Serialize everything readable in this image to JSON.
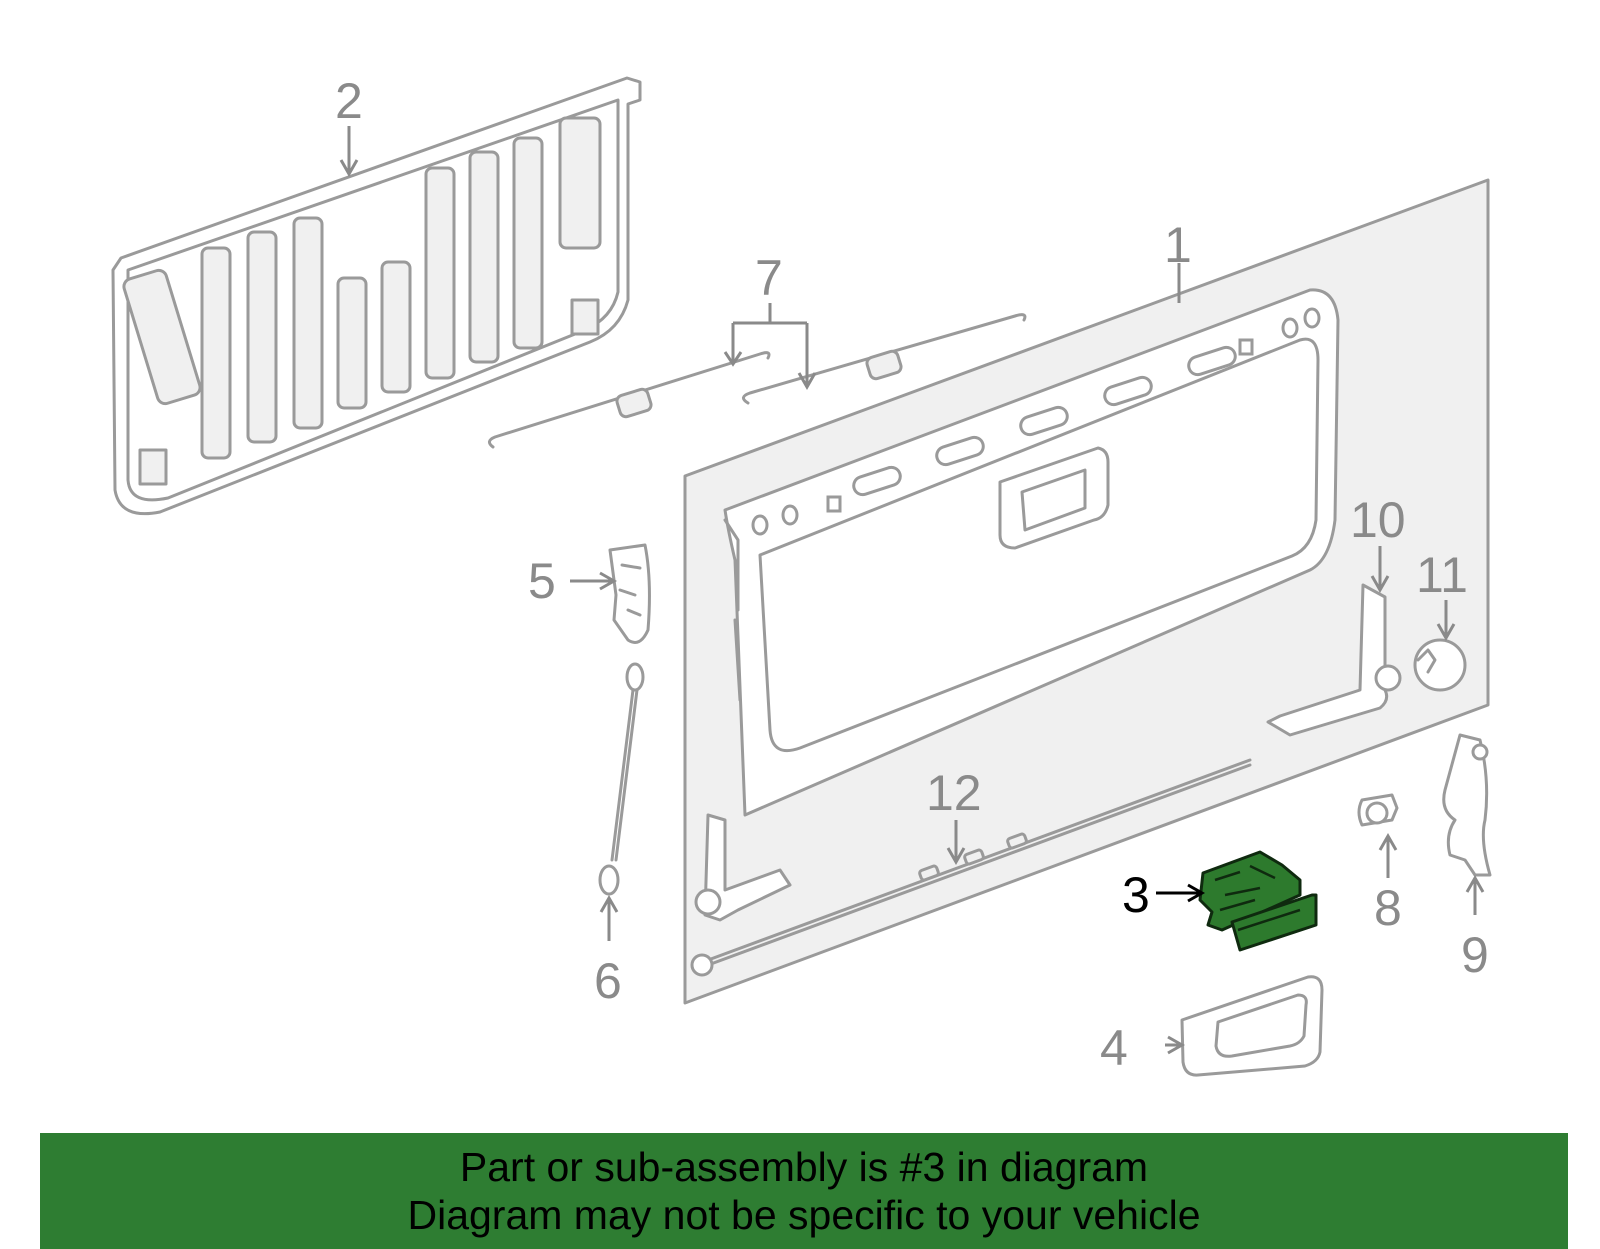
{
  "callouts": {
    "c1": "1",
    "c2": "2",
    "c3": "3",
    "c4": "4",
    "c5": "5",
    "c6": "6",
    "c7": "7",
    "c8": "8",
    "c9": "9",
    "c10": "10",
    "c11": "11",
    "c12": "12"
  },
  "highlighted_part": "3",
  "colors": {
    "highlight": "#2d7a2d",
    "banner": "#2e7d32",
    "line_art": "#9a9a9a"
  },
  "banner": {
    "line1": "Part or sub-assembly is #3 in diagram",
    "line2": "Diagram may not be specific to your vehicle"
  }
}
